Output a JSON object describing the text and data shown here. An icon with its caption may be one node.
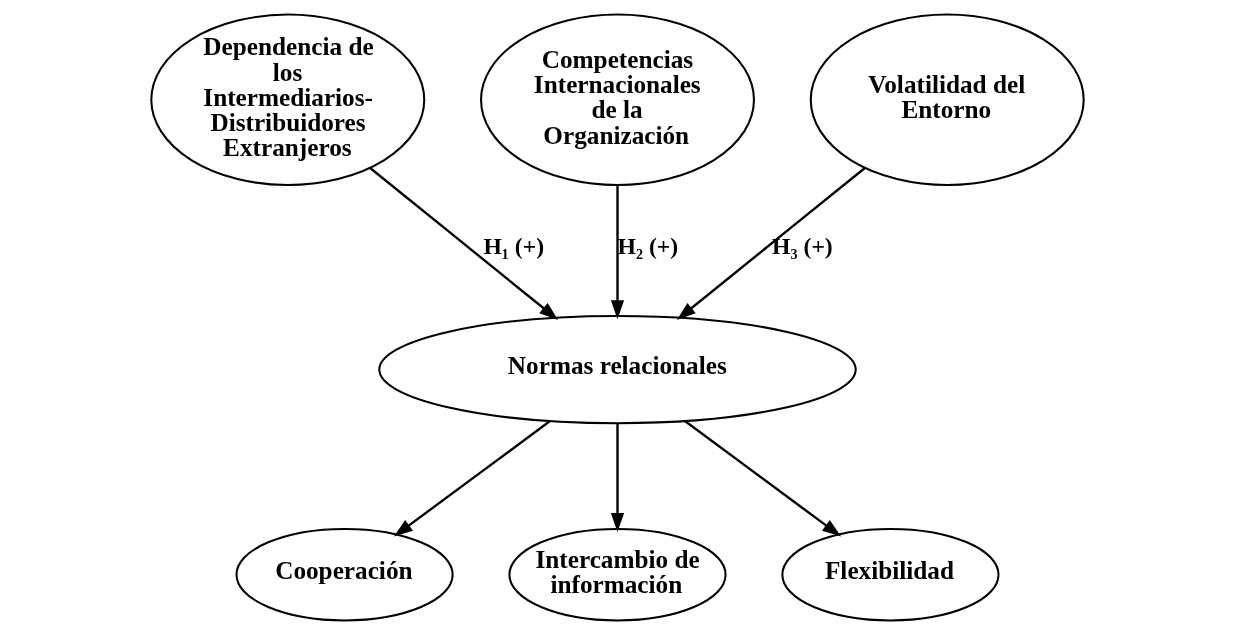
{
  "diagram": {
    "nodes": [
      {
        "text": [
          "Dependencia de los Intermediarios- Distribuidores Extranjeros"
        ]
      },
      {
        "text": [
          "Competencias Internacionales de la Organización"
        ]
      },
      {
        "text": [
          "Volatilidad del Entorno"
        ]
      },
      {
        "text": [
          "Normas relacionales"
        ]
      },
      {
        "text": [
          "Cooperación"
        ]
      },
      {
        "text": [
          "Intercambio de información"
        ]
      },
      {
        "text": [
          "Flexibilidad"
        ]
      }
    ],
    "edges": [
      {
        "from": 0,
        "to": 3,
        "arrow": "to",
        "label": "H₁ (+)"
      },
      {
        "from": 1,
        "to": 3,
        "arrow": "to",
        "label": "H₂ (+)"
      },
      {
        "from": 2,
        "to": 3,
        "arrow": "to",
        "label": "H₃ (+)"
      },
      {
        "from": 3,
        "to": 4,
        "arrow": "to"
      },
      {
        "from": 3,
        "to": 5,
        "arrow": "to"
      },
      {
        "from": 3,
        "to": 6,
        "arrow": "to"
      }
    ]
  }
}
